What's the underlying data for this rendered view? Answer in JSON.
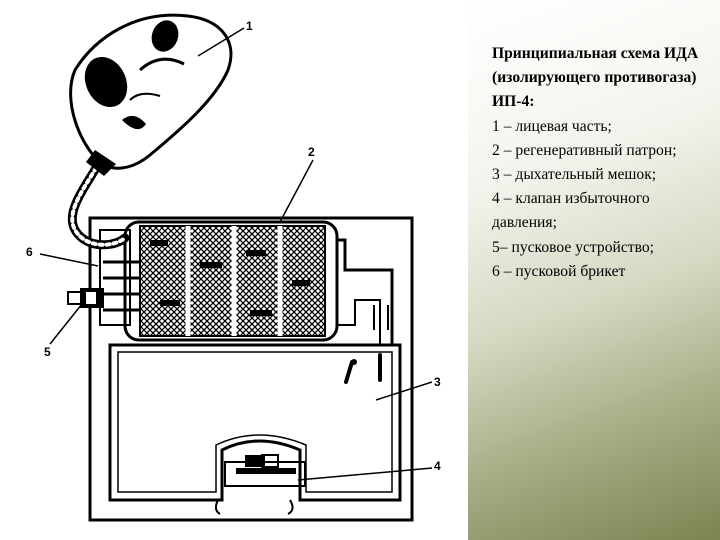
{
  "caption": {
    "title": "Принципиальная схема ИДА (изолирующего противогаза) ИП-4:",
    "items": [
      "1 – лицевая часть;",
      "2 – регенеративный патрон;",
      "3 – дыхательный мешок;",
      "4 – клапан избыточного давления;",
      "5– пусковое устройство;",
      "6 – пусковой брикет"
    ]
  },
  "callouts": [
    "1",
    "2",
    "3",
    "4",
    "5",
    "6"
  ]
}
